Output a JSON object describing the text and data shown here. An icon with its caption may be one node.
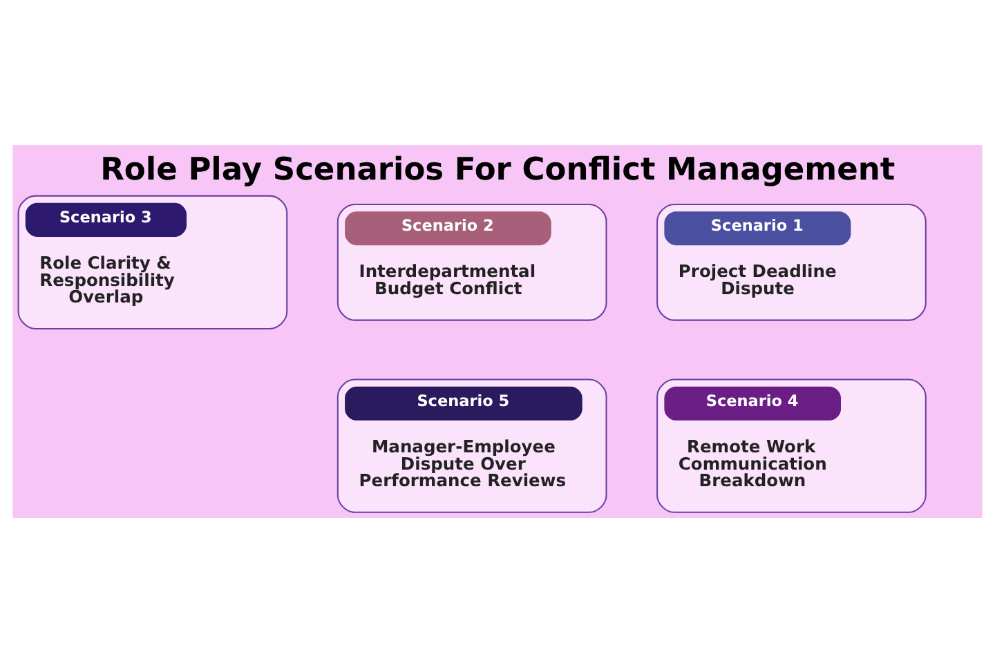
{
  "diagram": {
    "title": "Role Play Scenarios For Conflict Management",
    "nodes": [
      {
        "text": [
          "Scenario 1",
          "Project Deadline Dispute"
        ]
      },
      {
        "text": [
          "Scenario 2",
          "Interdepartmental Budget Conflict"
        ]
      },
      {
        "text": [
          "Scenario 3",
          "Role Clarity & Responsibility Overlap"
        ]
      },
      {
        "text": [
          "Scenario 4",
          "Remote Work Communication Breakdown"
        ]
      },
      {
        "text": [
          "Scenario 5",
          "Manager-Employee Dispute Over Performance Reviews"
        ]
      }
    ],
    "edges": []
  }
}
